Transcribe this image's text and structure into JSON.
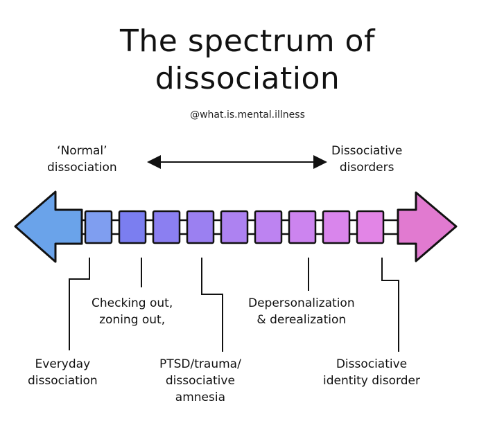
{
  "title": {
    "line1": "The spectrum of",
    "line2": "dissociation"
  },
  "handle": "@what.is.mental.illness",
  "scale": {
    "left_label": [
      "‘Normal’",
      "dissociation"
    ],
    "right_label": [
      "Dissociative",
      "disorders"
    ]
  },
  "colors": {
    "left_arrow": "#6aa3ea",
    "right_arrow": "#e17ad0",
    "blocks": [
      "#7f9ef0",
      "#7b7ef0",
      "#8b7ff1",
      "#9b80f1",
      "#ad82f1",
      "#bd83f1",
      "#cc84ef",
      "#d985ec",
      "#e285e6",
      "#e683df"
    ]
  },
  "items": {
    "everyday": [
      "Everyday",
      "dissociation"
    ],
    "checking_out": [
      "Checking out,",
      "zoning out,"
    ],
    "ptsd": [
      "PTSD/trauma/",
      "dissociative",
      "amnesia"
    ],
    "depersonalization": [
      "Depersonalization",
      "& derealization"
    ],
    "did": [
      "Dissociative",
      "identity disorder"
    ]
  }
}
